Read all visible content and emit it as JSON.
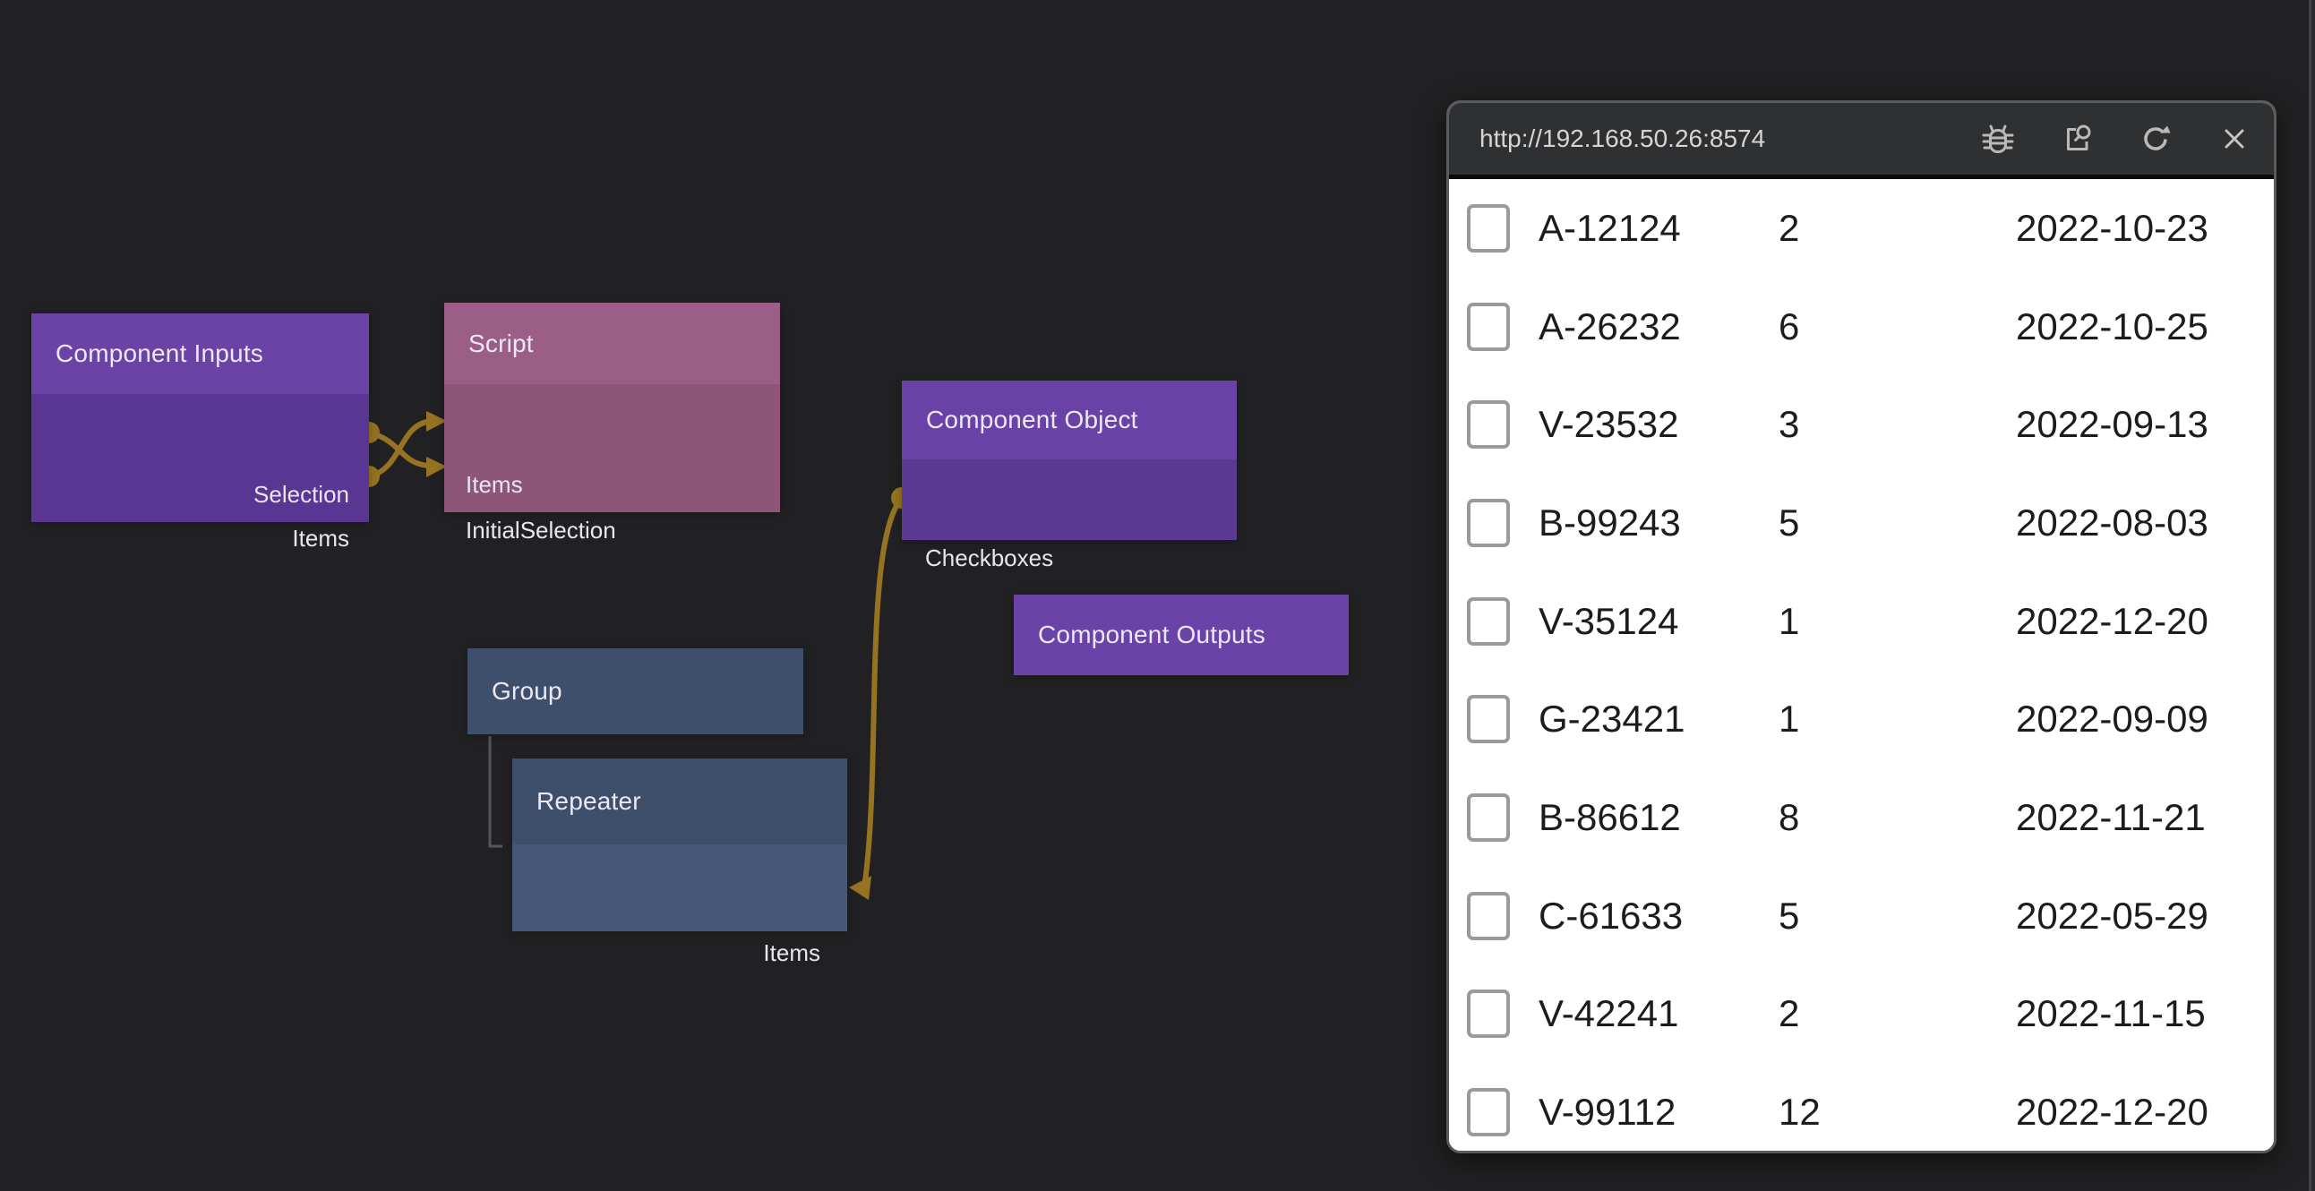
{
  "canvas": {
    "background": "#212123",
    "wire_color": "#957322",
    "tree_line_color": "#56575b",
    "nodes": {
      "component_inputs": {
        "title": "Component Inputs",
        "ports": [
          {
            "label": "Selection"
          },
          {
            "label": "Items"
          }
        ]
      },
      "script": {
        "title": "Script",
        "ports": [
          {
            "label": "Items"
          },
          {
            "label": "InitialSelection"
          }
        ]
      },
      "component_object": {
        "title": "Component Object",
        "ports": [
          {
            "label": "Checkboxes"
          }
        ]
      },
      "component_outputs": {
        "title": "Component Outputs"
      },
      "group": {
        "title": "Group"
      },
      "repeater": {
        "title": "Repeater",
        "ports": [
          {
            "label": "Items"
          }
        ]
      }
    },
    "connections": [
      {
        "from": "Component Inputs.Selection",
        "to": "Script.InitialSelection"
      },
      {
        "from": "Component Inputs.Items",
        "to": "Script.Items"
      },
      {
        "from": "Component Object.Checkboxes",
        "to": "Repeater.Items"
      }
    ]
  },
  "browser": {
    "url": "http://192.168.50.26:8574",
    "toolbar_icons": [
      "debug-bug",
      "open-preview",
      "refresh",
      "close"
    ],
    "rows": [
      {
        "id": "A-12124",
        "qty": "2",
        "date": "2022-10-23",
        "checked": false
      },
      {
        "id": "A-26232",
        "qty": "6",
        "date": "2022-10-25",
        "checked": false
      },
      {
        "id": "V-23532",
        "qty": "3",
        "date": "2022-09-13",
        "checked": false
      },
      {
        "id": "B-99243",
        "qty": "5",
        "date": "2022-08-03",
        "checked": false
      },
      {
        "id": "V-35124",
        "qty": "1",
        "date": "2022-12-20",
        "checked": false
      },
      {
        "id": "G-23421",
        "qty": "1",
        "date": "2022-09-09",
        "checked": false
      },
      {
        "id": "B-86612",
        "qty": "8",
        "date": "2022-11-21",
        "checked": false
      },
      {
        "id": "C-61633",
        "qty": "5",
        "date": "2022-05-29",
        "checked": false
      },
      {
        "id": "V-42241",
        "qty": "2",
        "date": "2022-11-15",
        "checked": false
      },
      {
        "id": "V-99112",
        "qty": "12",
        "date": "2022-12-20",
        "checked": false
      }
    ]
  }
}
